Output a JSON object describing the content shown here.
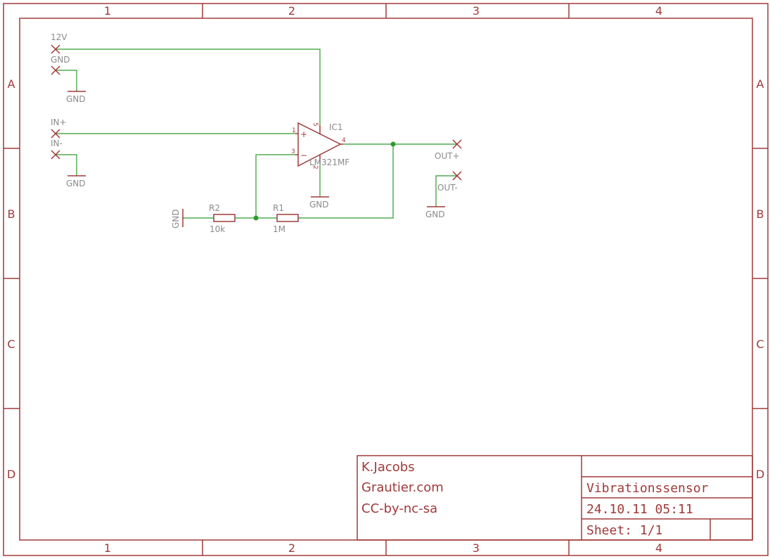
{
  "frame": {
    "columns": [
      "1",
      "2",
      "3",
      "4"
    ],
    "rows": [
      "A",
      "B",
      "C",
      "D"
    ]
  },
  "connectors": {
    "v12": "12V",
    "gnd_in": "GND",
    "in_plus": "IN+",
    "in_minus": "IN-",
    "out_plus": "OUT+",
    "out_minus": "OUT-"
  },
  "ground_symbols": [
    "GND",
    "GND",
    "GND",
    "GND",
    "GND"
  ],
  "opamp": {
    "name": "IC1",
    "value": "LM321MF",
    "pins": {
      "noninv": "1",
      "inv": "3",
      "vcc": "5",
      "gnd": "2",
      "out": "4"
    },
    "plus_sign": "+",
    "minus_sign": "−"
  },
  "resistors": [
    {
      "name": "R2",
      "value": "10k"
    },
    {
      "name": "R1",
      "value": "1M"
    }
  ],
  "title_block": {
    "author": "K.Jacobs",
    "site": "Grautier.com",
    "license": "CC-by-nc-sa",
    "title": "Vibrationssensor",
    "date": "24.10.11 05:11",
    "sheet": "Sheet: 1/1"
  },
  "colors": {
    "frame": "#a03a3a",
    "wire": "#2d9a2d",
    "label": "#8a8a8a"
  }
}
